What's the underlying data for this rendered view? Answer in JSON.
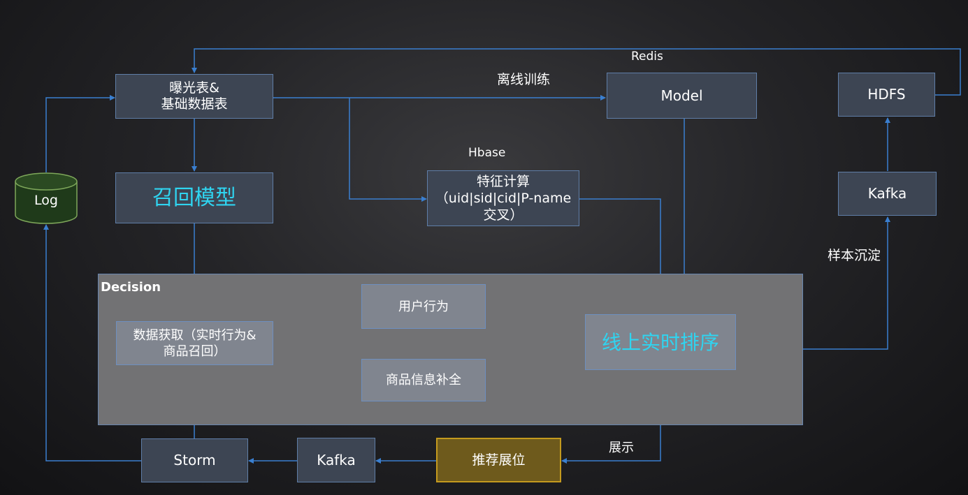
{
  "nodes": {
    "exposure": [
      "曝光表&",
      "基础数据表"
    ],
    "recall": "召回模型",
    "feature": [
      "特征计算",
      "（uid|sid|cid|P-name",
      "交叉）"
    ],
    "model": "Model",
    "hdfs": "HDFS",
    "kafka_top": "Kafka",
    "log": "Log",
    "decision_title": "Decision",
    "data_fetch": [
      "数据获取（实时行为&",
      "商品召回）"
    ],
    "user_behavior": "用户行为",
    "product_info": "商品信息补全",
    "online_rank": "线上实时排序",
    "storm": "Storm",
    "kafka_bottom": "Kafka",
    "rec_slot": "推荐展位"
  },
  "labels": {
    "redis": "Redis",
    "offline_training": "离线训练",
    "hbase": "Hbase",
    "sample": "样本沉淀",
    "display": "展示"
  },
  "colors": {
    "box_fill": "#3d4553",
    "box_border": "#5f7ea8",
    "arrow": "#3a7fd0",
    "highlight_text": "#2fd4f0",
    "log_fill": "#1f3a1a",
    "log_border": "#7ea75a",
    "slot_fill": "#6e5a1c",
    "slot_border": "#c49a1e",
    "decision_fill": "#727274"
  }
}
